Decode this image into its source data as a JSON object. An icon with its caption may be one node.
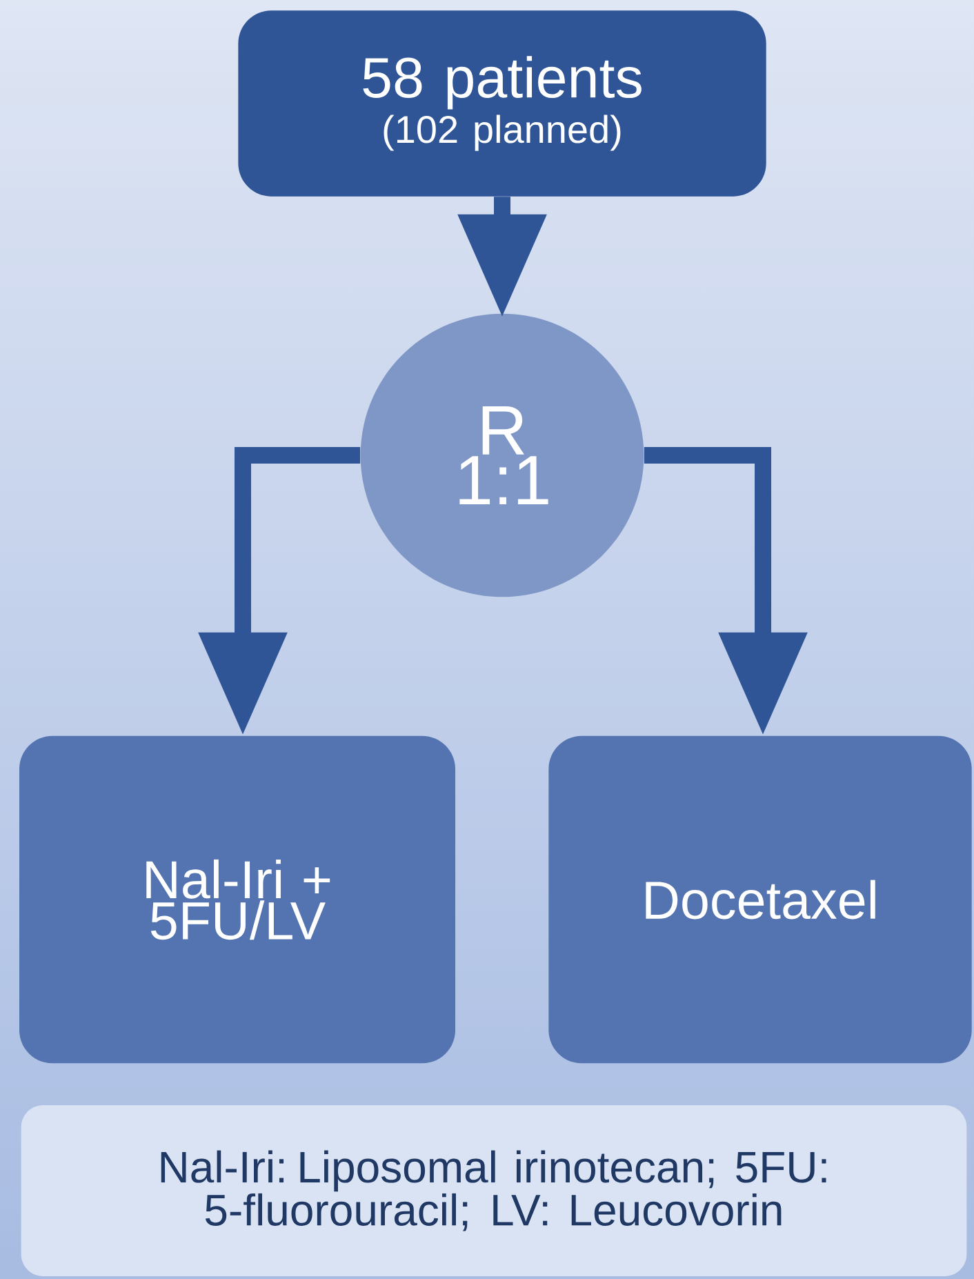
{
  "diagram": {
    "nodes": [
      {
        "text": [
          "58 patients",
          "(102 planned)"
        ]
      },
      {
        "text": [
          "R 1:1"
        ]
      },
      {
        "text": [
          "Nal-Iri + 5FU/LV"
        ]
      },
      {
        "text": [
          "Docetaxel"
        ]
      },
      {
        "text": [
          "Nal-Iri: Liposomal irinotecan; 5FU: 5-fluorouracil; LV: Leucovorin"
        ]
      }
    ],
    "edges": [
      {
        "from": 0,
        "to": 1,
        "arrow": "to"
      },
      {
        "from": 1,
        "to": 2,
        "arrow": "to"
      },
      {
        "from": 1,
        "to": 3,
        "arrow": "to"
      }
    ]
  }
}
